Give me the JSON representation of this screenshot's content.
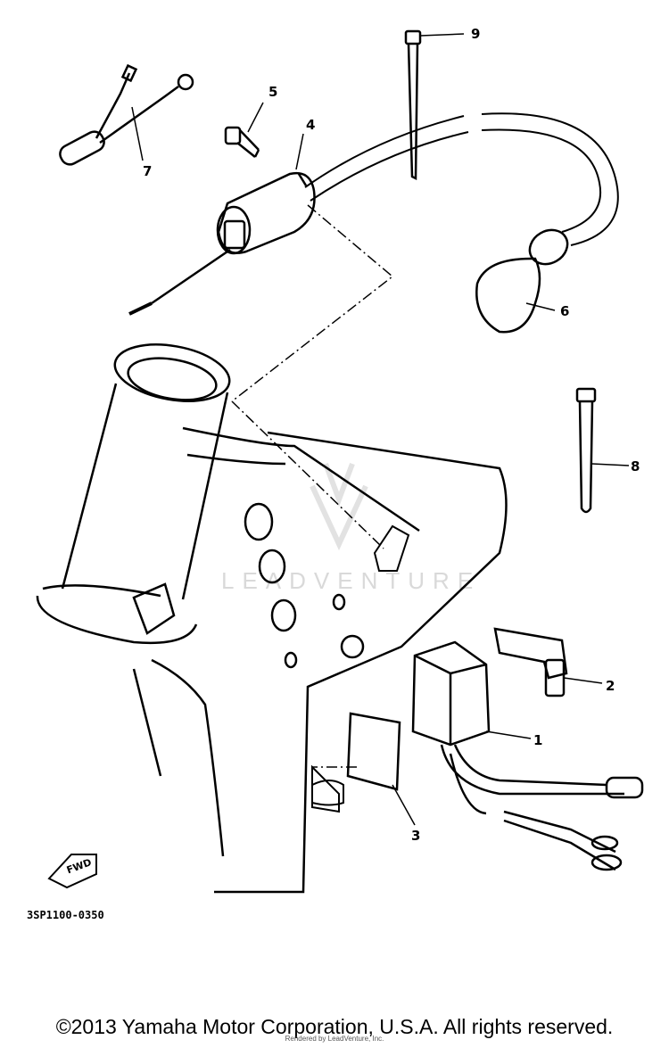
{
  "diagram": {
    "part_labels": [
      "1",
      "2",
      "3",
      "4",
      "5",
      "6",
      "7",
      "8",
      "9"
    ],
    "drawing_code": "3SP1100-0350",
    "fwd_arrow_text": "FWD",
    "watermark": "LEADVENTURE"
  },
  "footer": {
    "copyright": "©2013 Yamaha Motor Corporation, U.S.A. All rights reserved.",
    "overprint": "Rendered by LeadVenture, Inc."
  }
}
